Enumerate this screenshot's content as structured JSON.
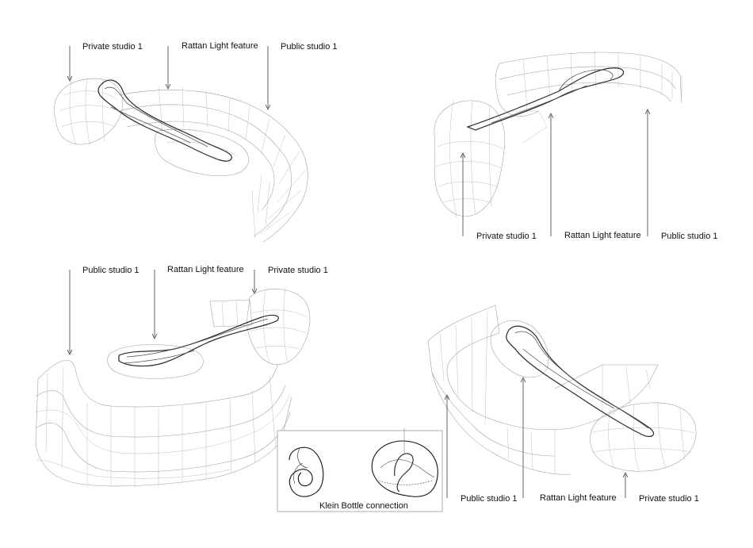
{
  "views": [
    {
      "id": "view-top-left",
      "labels": {
        "private": "Private studio 1",
        "rattan": "Rattan Light feature",
        "public": "Public studio 1"
      }
    },
    {
      "id": "view-top-right",
      "labels": {
        "private": "Private studio 1",
        "rattan": "Rattan Light feature",
        "public": "Public studio 1"
      }
    },
    {
      "id": "view-bottom-left",
      "labels": {
        "public": "Public studio 1",
        "rattan": "Rattan Light feature",
        "private": "Private studio 1"
      }
    },
    {
      "id": "view-bottom-right",
      "labels": {
        "public": "Public studio 1",
        "rattan": "Rattan Light feature",
        "private": "Private studio 1"
      }
    }
  ],
  "inset": {
    "caption": "Klein Bottle connection"
  }
}
